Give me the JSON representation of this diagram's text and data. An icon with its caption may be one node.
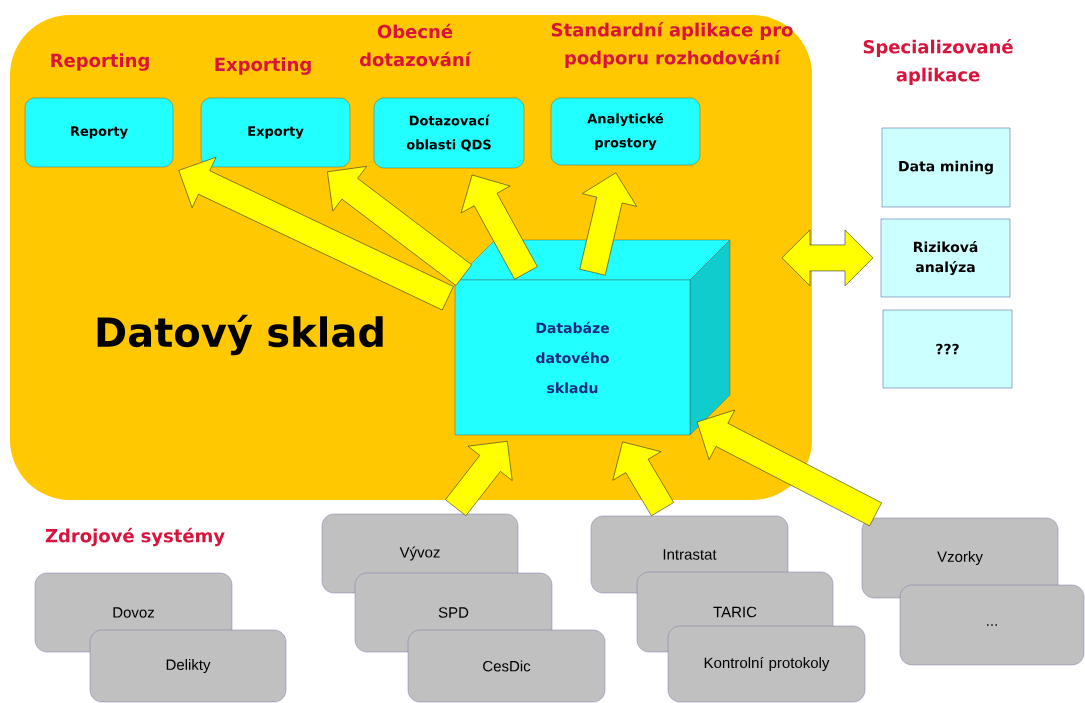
{
  "diagram": {
    "nodes": [
      {
        "text": [
          "Datový sklad"
        ]
      },
      {
        "text": [
          "Reporty"
        ],
        "in": 0
      },
      {
        "text": [
          "Exporty"
        ],
        "in": 0
      },
      {
        "text": [
          "Dotazovací oblasti QDS"
        ],
        "in": 0
      },
      {
        "text": [
          "Analytické prostory"
        ],
        "in": 0
      },
      {
        "text": [
          "Databáze datového skladu"
        ],
        "in": 0
      },
      {
        "text": [
          "Data mining"
        ]
      },
      {
        "text": [
          "Riziková analýza"
        ]
      },
      {
        "text": [
          "???"
        ]
      },
      {
        "text": [
          "Dovoz"
        ]
      },
      {
        "text": [
          "Delikty"
        ]
      },
      {
        "text": [
          "Vývoz"
        ]
      },
      {
        "text": [
          "SPD"
        ]
      },
      {
        "text": [
          "CesDic"
        ]
      },
      {
        "text": [
          "Intrastat"
        ]
      },
      {
        "text": [
          "TARIC"
        ]
      },
      {
        "text": [
          "Kontrolní protokoly"
        ]
      },
      {
        "text": [
          "Vzorky"
        ]
      },
      {
        "text": [
          "..."
        ]
      }
    ],
    "edges": [
      {
        "from": 5,
        "to": 1,
        "arrow": "to"
      },
      {
        "from": 5,
        "to": 2,
        "arrow": "to"
      },
      {
        "from": 5,
        "to": 3,
        "arrow": "to"
      },
      {
        "from": 5,
        "to": 4,
        "arrow": "to"
      },
      {
        "from": 0,
        "to": 7,
        "arrow": "both"
      },
      {
        "from": 11,
        "to": 5,
        "arrow": "to"
      },
      {
        "from": 14,
        "to": 5,
        "arrow": "to"
      },
      {
        "from": 17,
        "to": 5,
        "arrow": "to"
      }
    ],
    "labels": [
      "Reporting",
      "Exporting",
      "Obecné dotazování",
      "Standardní aplikace pro podporu rozhodování",
      "Specializované aplikace",
      "Zdrojové systémy"
    ]
  }
}
